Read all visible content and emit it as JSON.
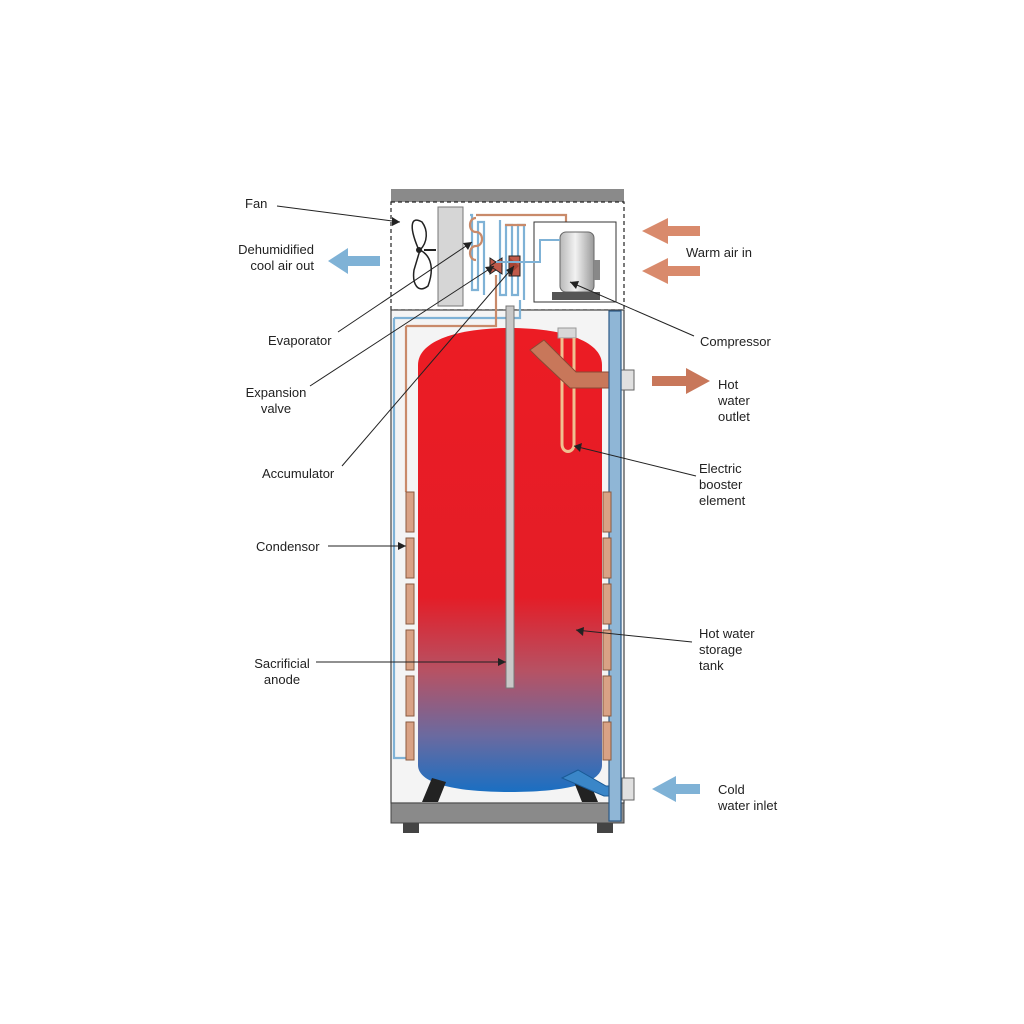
{
  "labels": {
    "fan": "Fan",
    "dehumidified": [
      "Dehumidified",
      "cool air out"
    ],
    "evaporator": "Evaporator",
    "expansion_valve": [
      "Expansion",
      "valve"
    ],
    "accumulator": "Accumulator",
    "condensor": "Condensor",
    "sacrificial_anode": [
      "Sacrificial",
      "anode"
    ],
    "warm_air_in": "Warm air in",
    "compressor": "Compressor",
    "hot_water_outlet": [
      "Hot",
      "water",
      "outlet"
    ],
    "electric_booster": [
      "Electric",
      "booster",
      "element"
    ],
    "storage_tank": [
      "Hot water",
      "storage",
      "tank"
    ],
    "cold_water_inlet": [
      "Cold",
      "water inlet"
    ]
  },
  "colors": {
    "warm_arrow": "#d98a6c",
    "cool_arrow": "#7fb2d6",
    "hot_water": "#ec1c24",
    "cold_water": "#1a6fc2",
    "copper": "#c98a6a",
    "cabinet": "#8a8a8a"
  }
}
